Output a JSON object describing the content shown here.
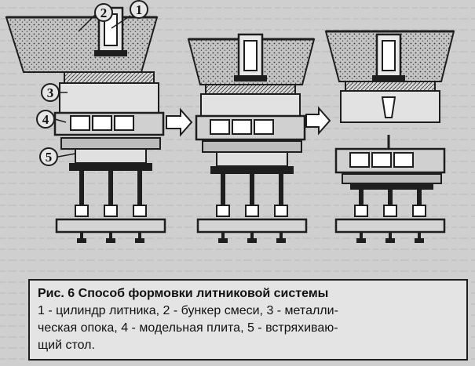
{
  "callouts": {
    "c1": "1",
    "c2": "2",
    "c3": "3",
    "c4": "4",
    "c5": "5"
  },
  "caption": {
    "title": "Рис. 6  Способ формовки литниковой системы",
    "line1": "1 - цилиндр литника, 2 - бункер смеси, 3  - металли-",
    "line2": "ческая опока, 4  - модельная плита, 5 - встряхиваю-",
    "line3": "щий стол."
  },
  "colors": {
    "ink": "#1e1e1e",
    "paper": "#cfcfcf",
    "caption_bg": "#e4e4e4",
    "sand": "#b9b9b9"
  }
}
